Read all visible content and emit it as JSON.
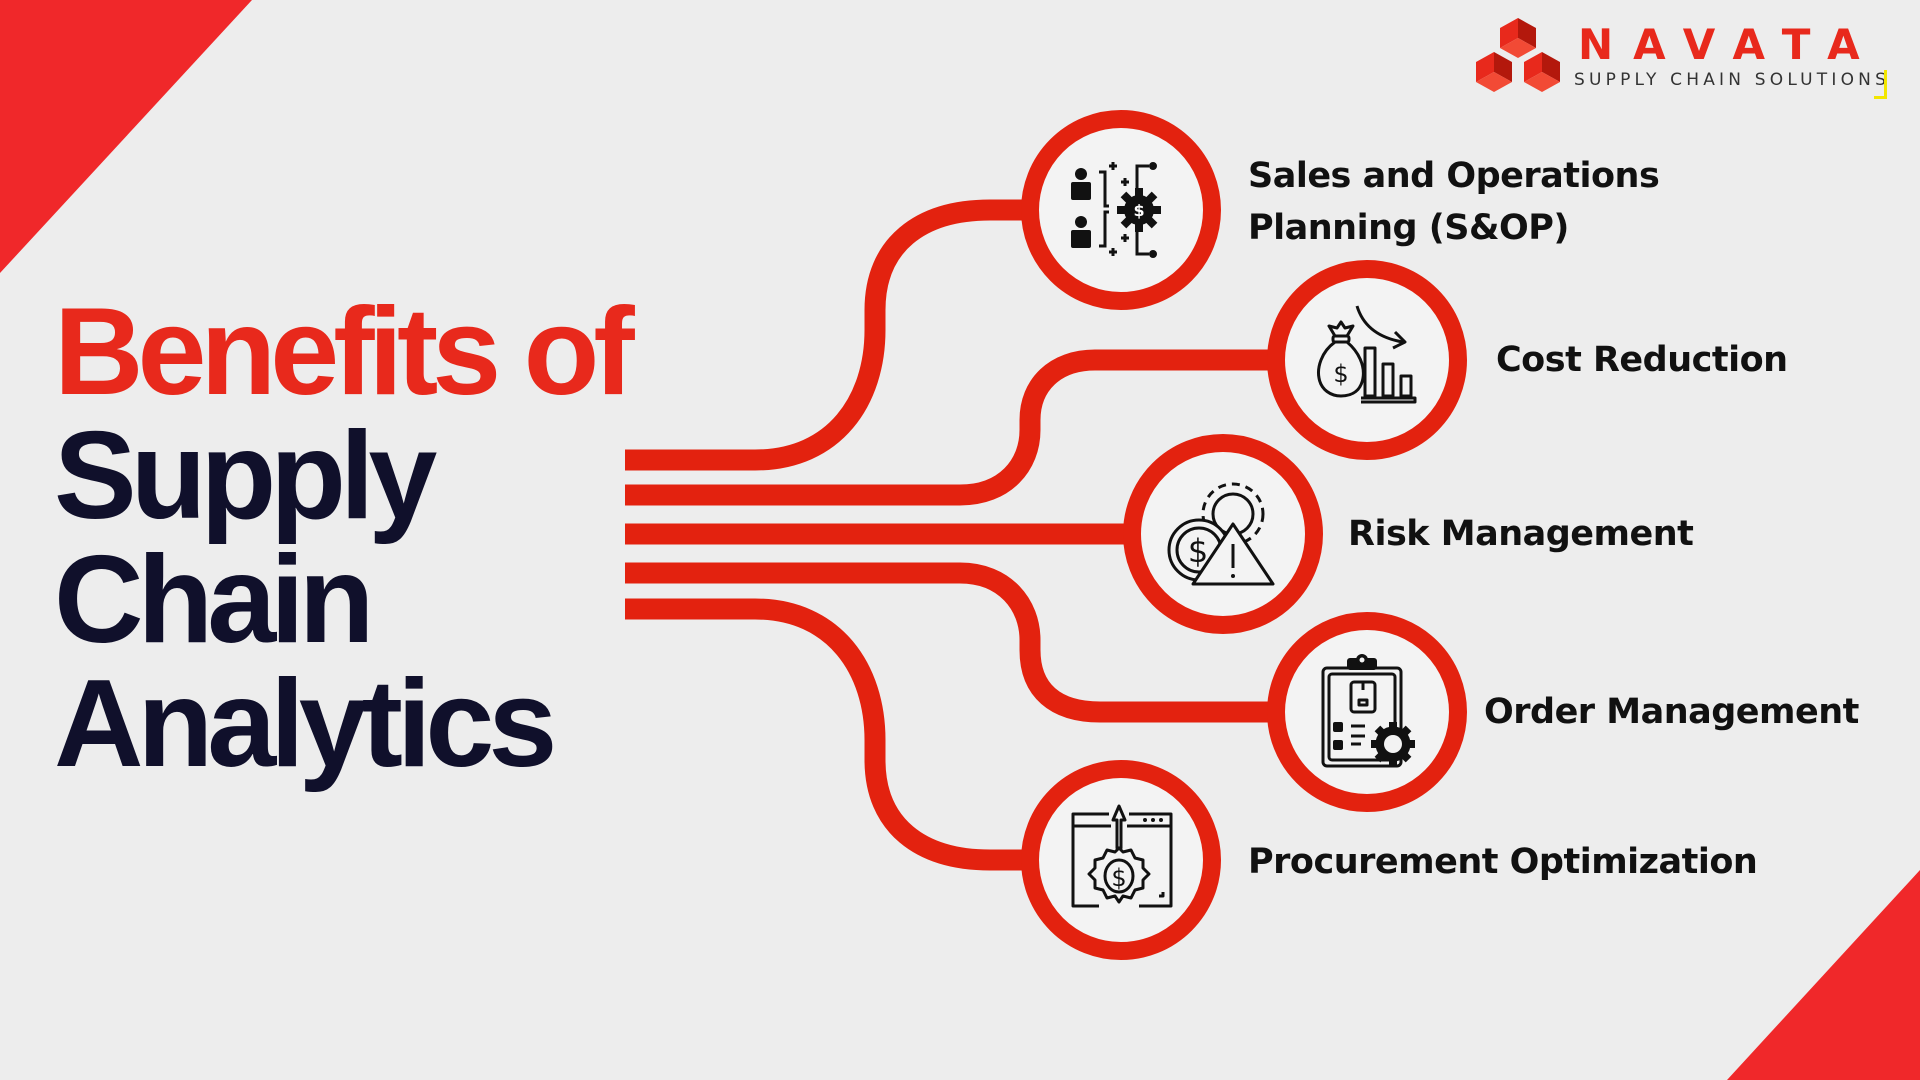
{
  "brand": {
    "name": "NAVATA",
    "tagline": "SUPPLY CHAIN SOLUTIONS",
    "logo_icon": "stacked-cubes-logo-icon",
    "accent_color": "#e8291c",
    "secondary_accent": "#f2e600"
  },
  "title": {
    "line1": "Benefits of",
    "line2": "Supply",
    "line3": "Chain",
    "line4": "Analytics",
    "line1_color": "#e8291c",
    "body_color": "#10102b"
  },
  "colors": {
    "background": "#ededed",
    "corner_triangles": "#f0282a",
    "connector": "#e3220f",
    "node_fill": "#f3f3f3",
    "label_text": "#111111"
  },
  "benefits": [
    {
      "label_line1": "Sales and Operations",
      "label_line2": "Planning (S&OP)",
      "icon": "team-gear-dollar-icon"
    },
    {
      "label_line1": "Cost Reduction",
      "icon": "money-bag-declining-chart-icon"
    },
    {
      "label_line1": "Risk Management",
      "icon": "coin-gear-warning-icon"
    },
    {
      "label_line1": "Order Management",
      "icon": "clipboard-checklist-gear-icon"
    },
    {
      "label_line1": "Procurement Optimization",
      "icon": "browser-arrow-gear-dollar-icon"
    }
  ]
}
